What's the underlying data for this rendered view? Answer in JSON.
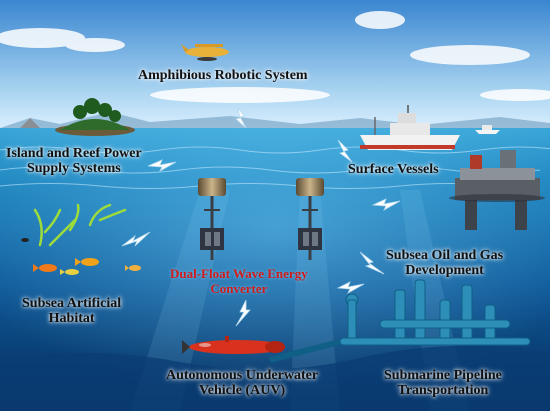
{
  "labels": {
    "amphibious": "Amphibious Robotic System",
    "island_line1": "Island and Reef Power",
    "island_line2": "Supply Systems",
    "surface": "Surface Vessels",
    "oilgas_line1": "Subsea Oil and Gas",
    "oilgas_line2": "Development",
    "converter_line1": "Dual-Float Wave Energy",
    "converter_line2": "Converter",
    "habitat_line1": "Subsea Artificial",
    "habitat_line2": "Habitat",
    "auv_line1": "Autonomous Underwater",
    "auv_line2": "Vehicle (AUV)",
    "pipeline_line1": "Submarine Pipeline",
    "pipeline_line2": "Transportation"
  },
  "colors": {
    "converter_label": "#d11a1a",
    "auv_body": "#d8321e",
    "sky_top": "#3f8fd6",
    "sea_surface": "#1f8fc6",
    "sea_deep": "#062a5a"
  }
}
